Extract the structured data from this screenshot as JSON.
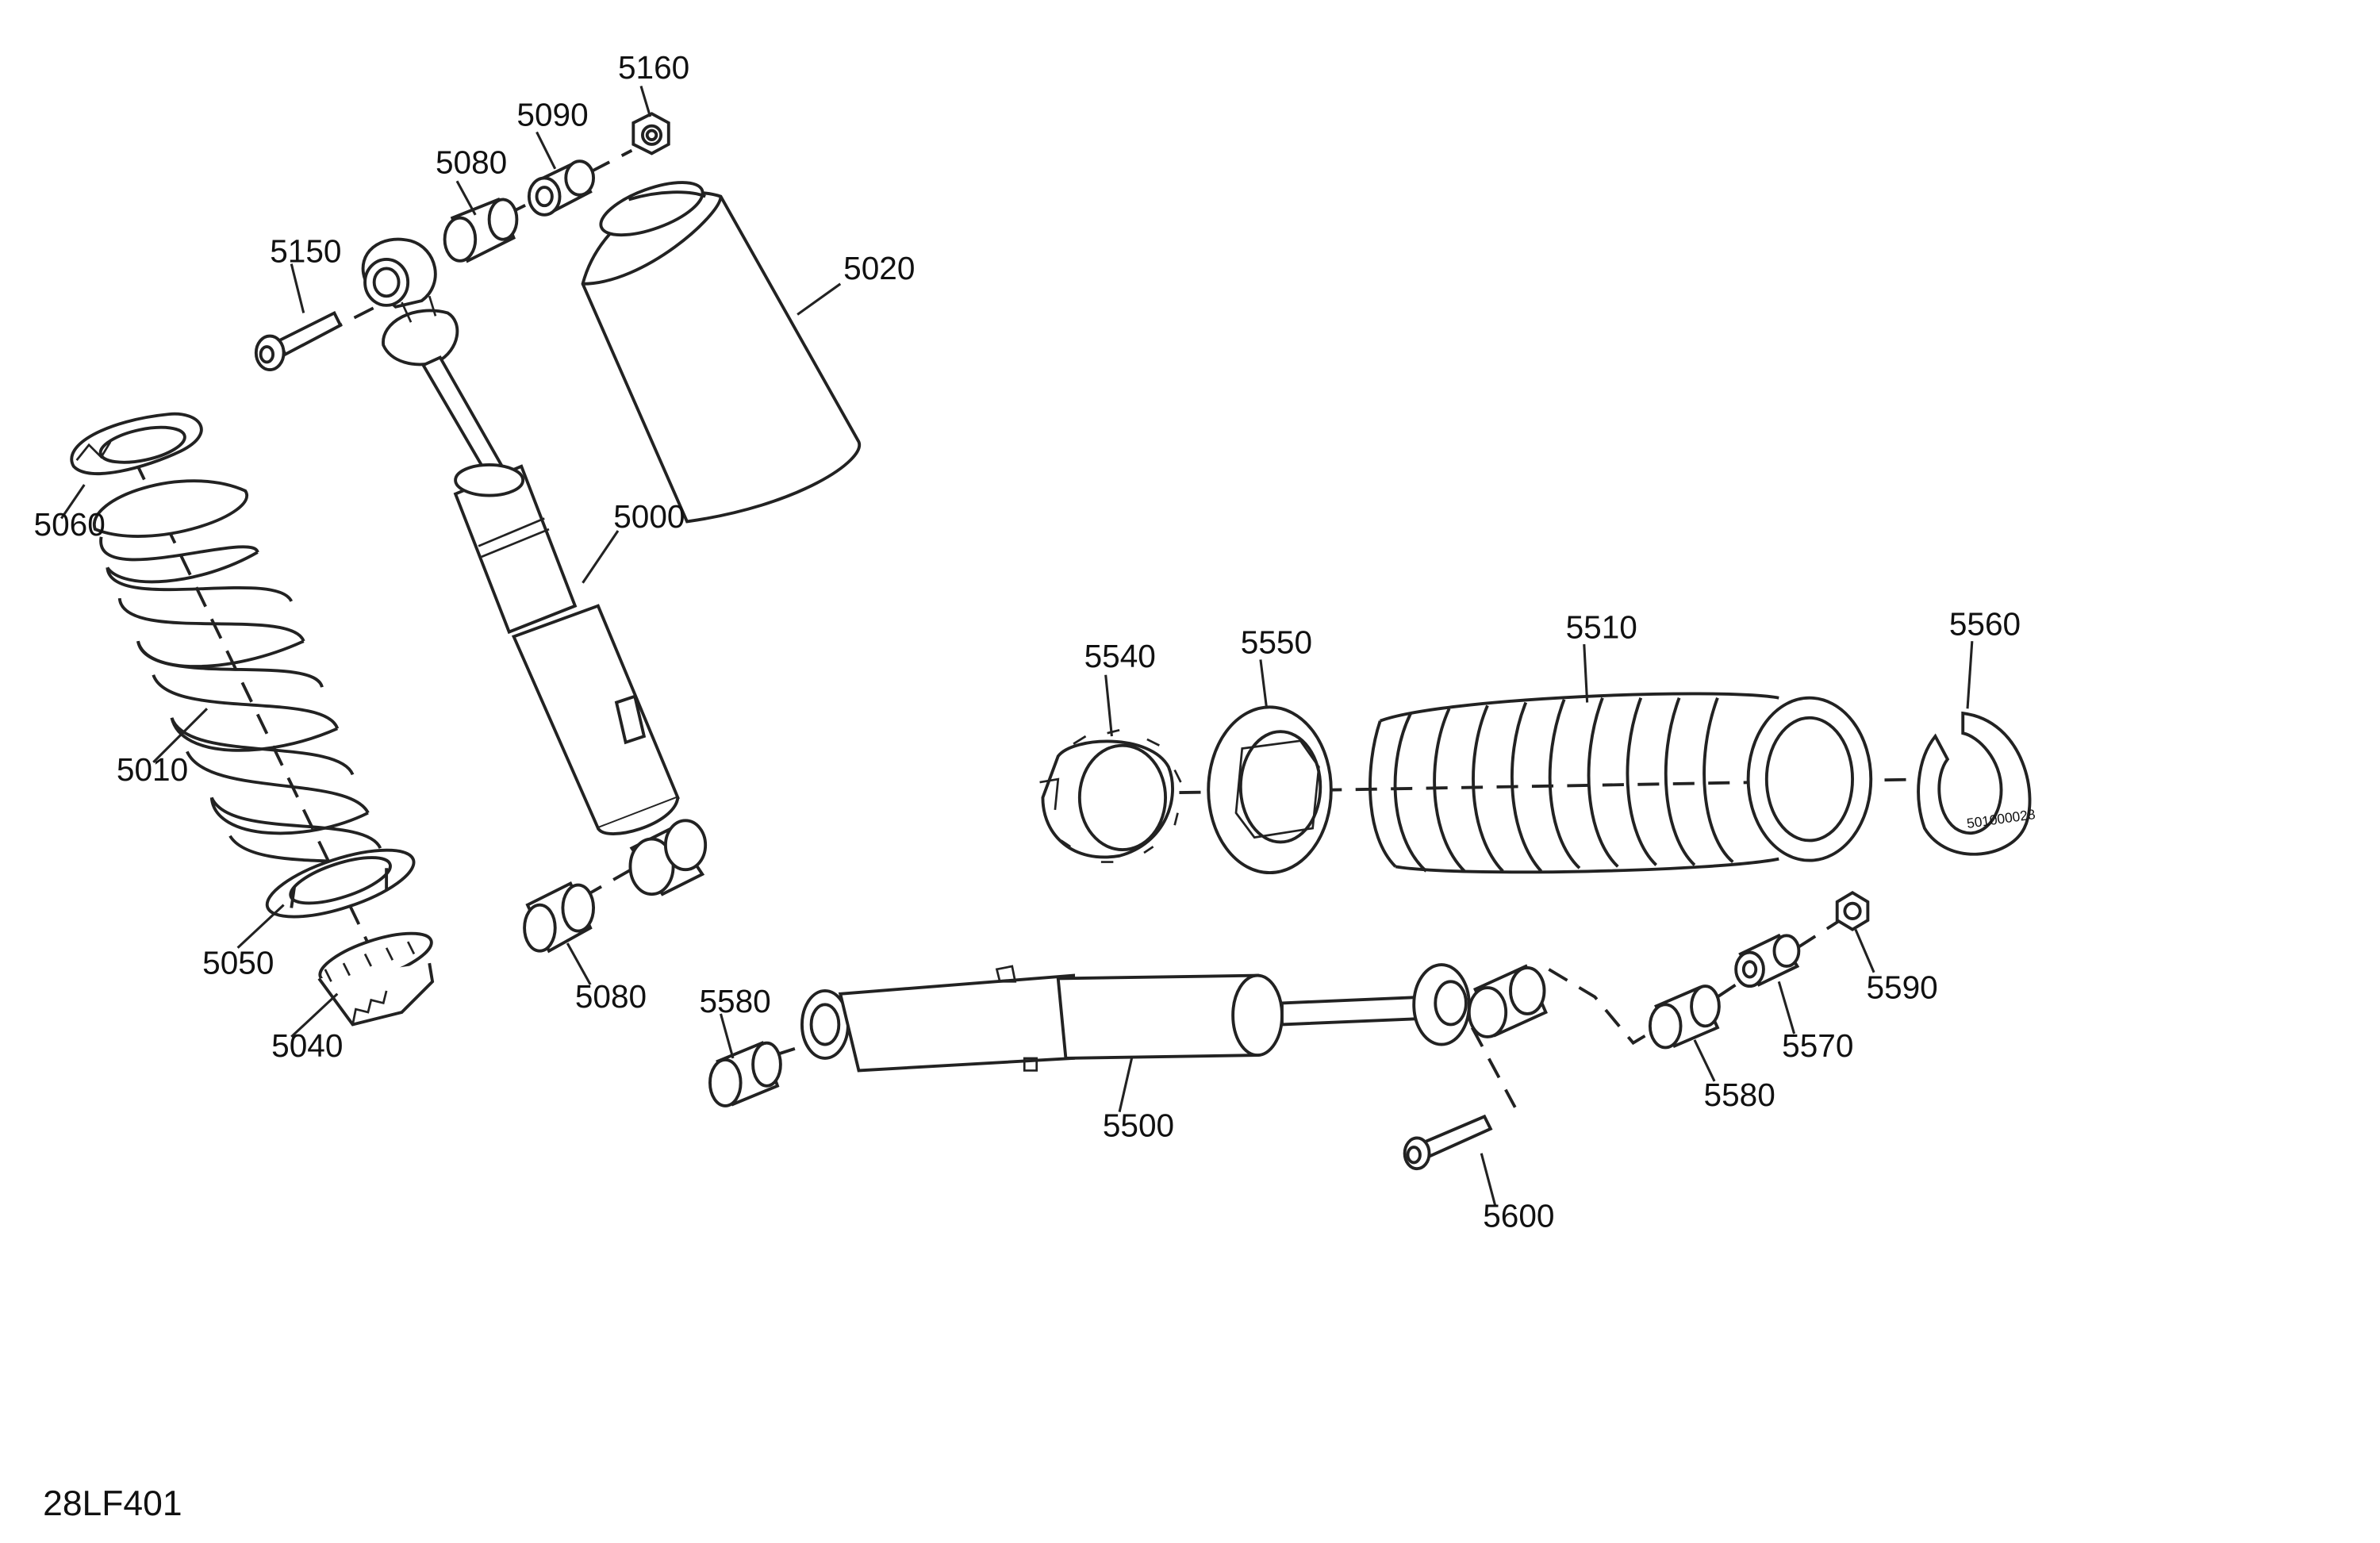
{
  "diagram": {
    "drawing_code": "28LF401",
    "part_print": "501000028",
    "labels": {
      "p5000": "5000",
      "p5010": "5010",
      "p5020": "5020",
      "p5040": "5040",
      "p5050": "5050",
      "p5060": "5060",
      "p5080a": "5080",
      "p5080b": "5080",
      "p5090": "5090",
      "p5150": "5150",
      "p5160": "5160",
      "p5500": "5500",
      "p5510": "5510",
      "p5540": "5540",
      "p5550": "5550",
      "p5560": "5560",
      "p5570": "5570",
      "p5580a": "5580",
      "p5580b": "5580",
      "p5590": "5590",
      "p5600": "5600"
    }
  }
}
